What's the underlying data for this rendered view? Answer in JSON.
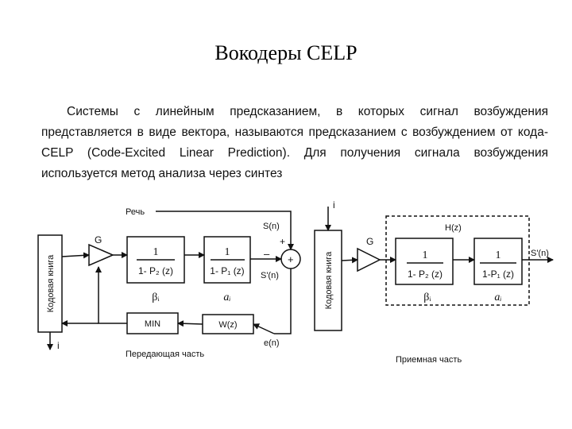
{
  "title": "Вокодеры CELP",
  "paragraph": "Системы с линейным предсказанием, в которых сигнал возбуждения представляется в виде вектора, называются предсказанием с возбуждением от кода-CELP (Code-Excited Linear Prediction). Для получения сигнала возбуждения используется метод анализа через синтез",
  "diagram": {
    "labels": {
      "speech": "Речь",
      "sn": "S(n)",
      "sn_prime": "S'(n)",
      "en": "e(n)",
      "index_top": "i",
      "index_bottom": "i",
      "gain_tx": "G",
      "gain_rx": "G",
      "hz": "H(z)",
      "output": "S'(n)",
      "plus_top": "+",
      "minus": "–",
      "plus_circle": "+",
      "codebook_tx": "Кодовая книга",
      "codebook_rx": "Кодовая книга",
      "min_block": "MIN",
      "w_block": "W(z)",
      "tx_caption": "Передающая часть",
      "rx_caption": "Приемная часть"
    },
    "filters": {
      "tx_p2": {
        "numerator": "1",
        "denominator": "1- P₂ (z)",
        "param": "βᵢ"
      },
      "tx_p1": {
        "numerator": "1",
        "denominator": "1- P₁ (z)",
        "param": "aᵢ"
      },
      "rx_p2": {
        "numerator": "1",
        "denominator": "1- P₂ (z)",
        "param": "βᵢ"
      },
      "rx_p1": {
        "numerator": "1",
        "denominator": "1-P₁ (z)",
        "param": "aᵢ"
      }
    }
  }
}
